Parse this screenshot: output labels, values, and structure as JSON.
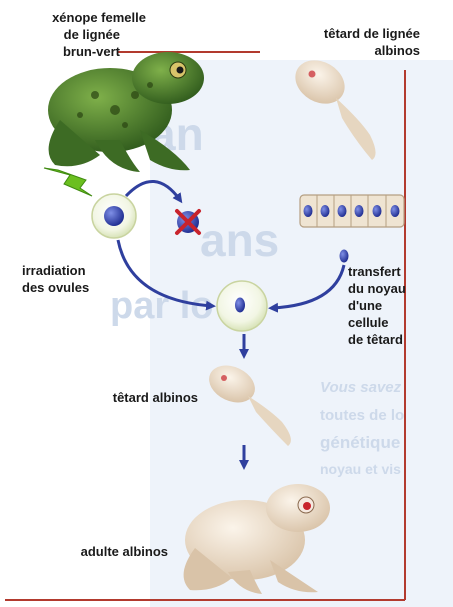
{
  "labels": {
    "female_line1": "xénope femelle",
    "female_line2": "de lignée",
    "female_line3": "brun-vert",
    "tadpole_line1": "têtard de lignée",
    "tadpole_line2": "albinos",
    "irradiation_line1": "irradiation",
    "irradiation_line2": "des ovules",
    "transfer_line1": "transfert",
    "transfer_line2": "du noyau",
    "transfer_line3": "d'une",
    "transfer_line4": "cellule",
    "transfer_line5": "de têtard",
    "tadpole_albino": "têtard albinos",
    "adult_albino": "adulte albinos"
  },
  "background_text": {
    "line1": "an",
    "line2": "ans",
    "line3": "par lo",
    "line4": "Vous savez",
    "line5": "toutes de lo",
    "line6": "génétique",
    "line7": "noyau et vis"
  },
  "colors": {
    "frame_line": "#b23a2e",
    "arrow": "#2f3f9e",
    "frog_green": "#4a7a2e",
    "albino_skin": "#e8d8c4",
    "cross_red": "#c8232c",
    "lightning": "#6bbf1f",
    "background_tint": "#e6eef8"
  }
}
